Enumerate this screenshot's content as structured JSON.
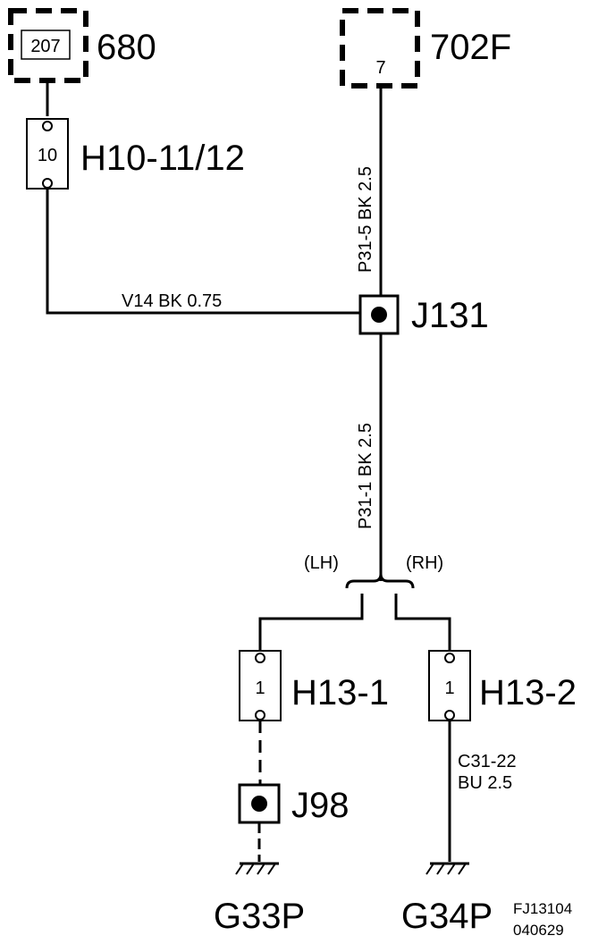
{
  "components": {
    "c680": {
      "pin": "207",
      "name": "680"
    },
    "c702f": {
      "pin": "7",
      "name": "702F"
    },
    "h10": {
      "pin": "10",
      "name": "H10-11/12"
    },
    "j131": {
      "name": "J131"
    },
    "h13_1": {
      "pin": "1",
      "name": "H13-1"
    },
    "h13_2": {
      "pin": "1",
      "name": "H13-2"
    },
    "j98": {
      "name": "J98"
    }
  },
  "wires": {
    "v14": "V14  BK  0.75",
    "p31_5": "P31-5  BK  2.5",
    "p31_1": "P31-1  BK  2.5",
    "c31_22_line1": "C31-22",
    "c31_22_line2": "BU  2.5"
  },
  "branches": {
    "lh": "(LH)",
    "rh": "(RH)"
  },
  "grounds": {
    "g33p": "G33P",
    "g34p": "G34P"
  },
  "footer": {
    "code": "FJ13104",
    "date": "040629"
  }
}
